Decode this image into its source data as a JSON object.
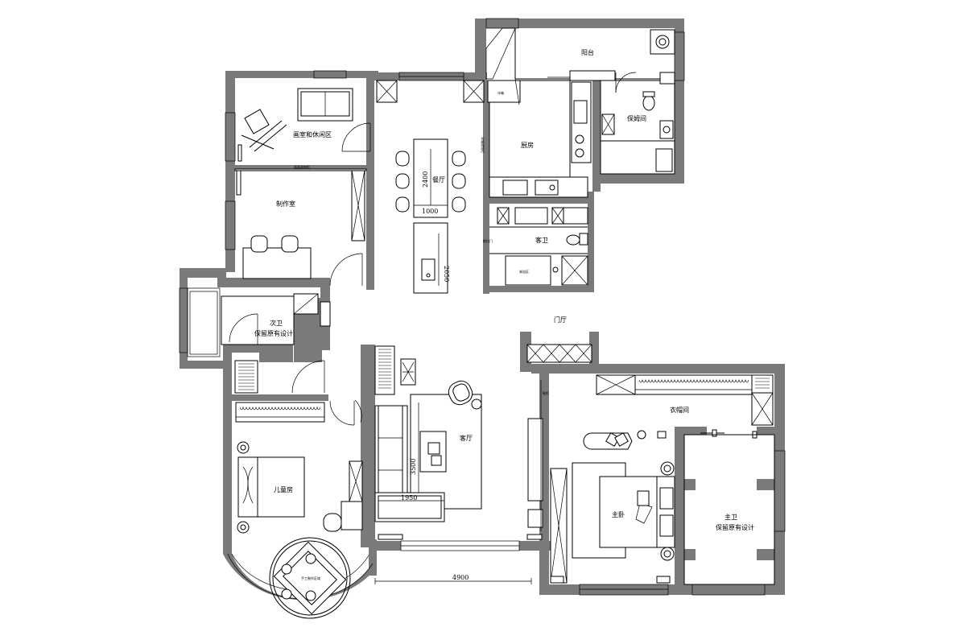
{
  "rooms": {
    "balcony": "阳台",
    "studio_lounge": "画室和休闲区",
    "dining": "餐厅",
    "kitchen": "厨房",
    "nanny_room": "保姆间",
    "workshop": "制作室",
    "guest_bath": "客卫",
    "second_bath_line1": "次卫",
    "second_bath_line2": "保留原有设计",
    "foyer": "门厅",
    "living_room": "客厅",
    "cloakroom": "衣帽间",
    "kids_room": "儿童房",
    "master_bedroom": "主卧",
    "master_bath_line1": "主卫",
    "master_bath_line2": "保留原有设计",
    "craft_area": "手工制作区域"
  },
  "dimensions": {
    "island_length": "2400",
    "island_width": "1000",
    "counter_length": "2050",
    "sofa_depth": "3500",
    "sofa_width": "1950",
    "living_span": "4900"
  },
  "small_labels": {
    "studio_cabinet": "画具收纳柜",
    "kitchen_cabinet": "冰箱储物柜",
    "kitchen_fridge": "冰箱",
    "guest_bath_door": "推拉门",
    "washing_area": "淋浴区",
    "foyer_cabinet": "鞋柜"
  },
  "colors": {
    "wall": "#7a7a7a",
    "line": "#000000",
    "background": "#ffffff"
  }
}
